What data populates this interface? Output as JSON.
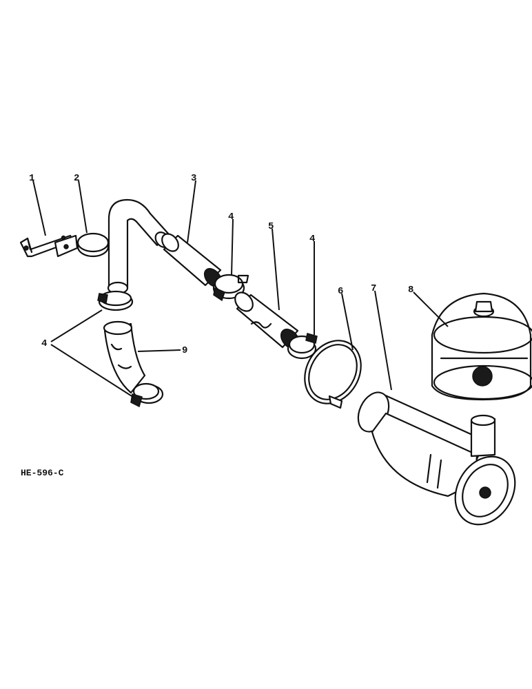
{
  "diagram": {
    "drawing_code": "HE-596-C",
    "callouts": [
      {
        "id": "callout-1",
        "text": "1"
      },
      {
        "id": "callout-2",
        "text": "2"
      },
      {
        "id": "callout-3",
        "text": "3"
      },
      {
        "id": "callout-4a",
        "text": "4"
      },
      {
        "id": "callout-5",
        "text": "5"
      },
      {
        "id": "callout-4b",
        "text": "4"
      },
      {
        "id": "callout-6",
        "text": "6"
      },
      {
        "id": "callout-7",
        "text": "7"
      },
      {
        "id": "callout-8",
        "text": "8"
      },
      {
        "id": "callout-4c",
        "text": "4"
      },
      {
        "id": "callout-9",
        "text": "9"
      }
    ]
  }
}
